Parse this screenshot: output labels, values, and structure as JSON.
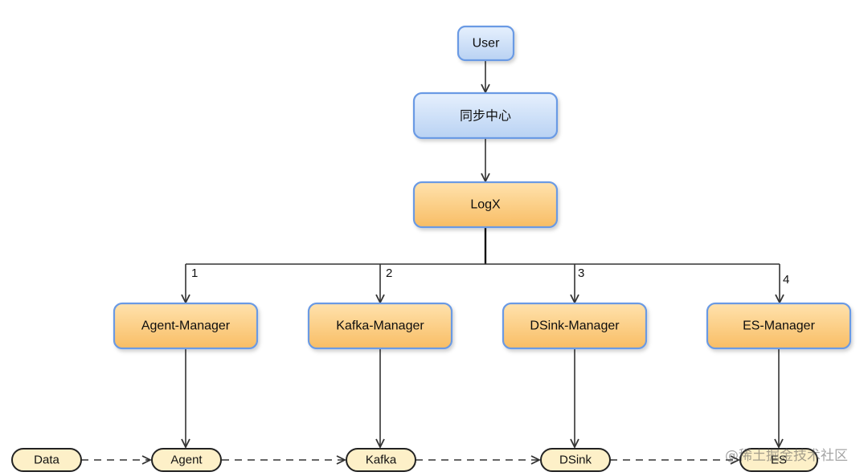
{
  "diagram": {
    "nodes": {
      "user": "User",
      "sync_center": "同步中心",
      "logx": "LogX",
      "agent_manager": "Agent-Manager",
      "kafka_manager": "Kafka-Manager",
      "dsink_manager": "DSink-Manager",
      "es_manager": "ES-Manager",
      "data": "Data",
      "agent": "Agent",
      "kafka": "Kafka",
      "dsink": "DSink",
      "es": "ES"
    },
    "branch_labels": [
      "1",
      "2",
      "3",
      "4"
    ],
    "colors": {
      "blue_fill_top": "#e6f0fd",
      "blue_fill_bottom": "#b9d2f3",
      "blue_border": "#6a9ae4",
      "orange_fill_top": "#ffe2ad",
      "orange_fill_bottom": "#f8bd64",
      "orange_border": "#6a9ae4",
      "cream_fill": "#fdf0c8",
      "cream_border": "#222222",
      "line": "#333333"
    }
  },
  "watermark": "@稀土掘金技术社区"
}
